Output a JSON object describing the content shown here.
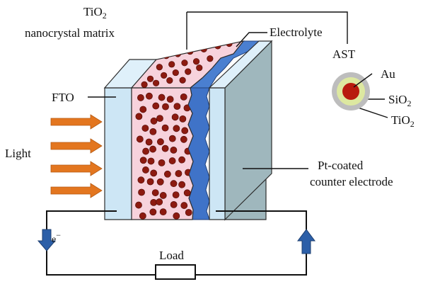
{
  "labels": {
    "tio2_matrix_line1_main": "TiO",
    "tio2_matrix_line1_sub": "2",
    "tio2_matrix_line2": "nanocrystal matrix",
    "electrolyte": "Electrolyte",
    "ast": "AST",
    "fto": "FTO",
    "light": "Light",
    "pt_line1": "Pt-coated",
    "pt_line2": "counter electrode",
    "au": "Au",
    "sio2_main": "SiO",
    "sio2_sub": "2",
    "tio2_shell_main": "TiO",
    "tio2_shell_sub": "2",
    "load": "Load",
    "electron_main": "e",
    "electron_sup": "−"
  },
  "colors": {
    "fto": "#cde6f5",
    "matrix": "#f7d2dc",
    "particle": "#8c1a10",
    "electrolyte": "#3f73c8",
    "counter_electrode": "#9fb7bd",
    "arrow_light": "#e3761f",
    "arrow_current": "#2c5fa8",
    "wire": "#111111",
    "au_core": "#b81a0e",
    "sio2_shell": "#dde8a0",
    "tio2_shell": "#bdbdbd"
  }
}
